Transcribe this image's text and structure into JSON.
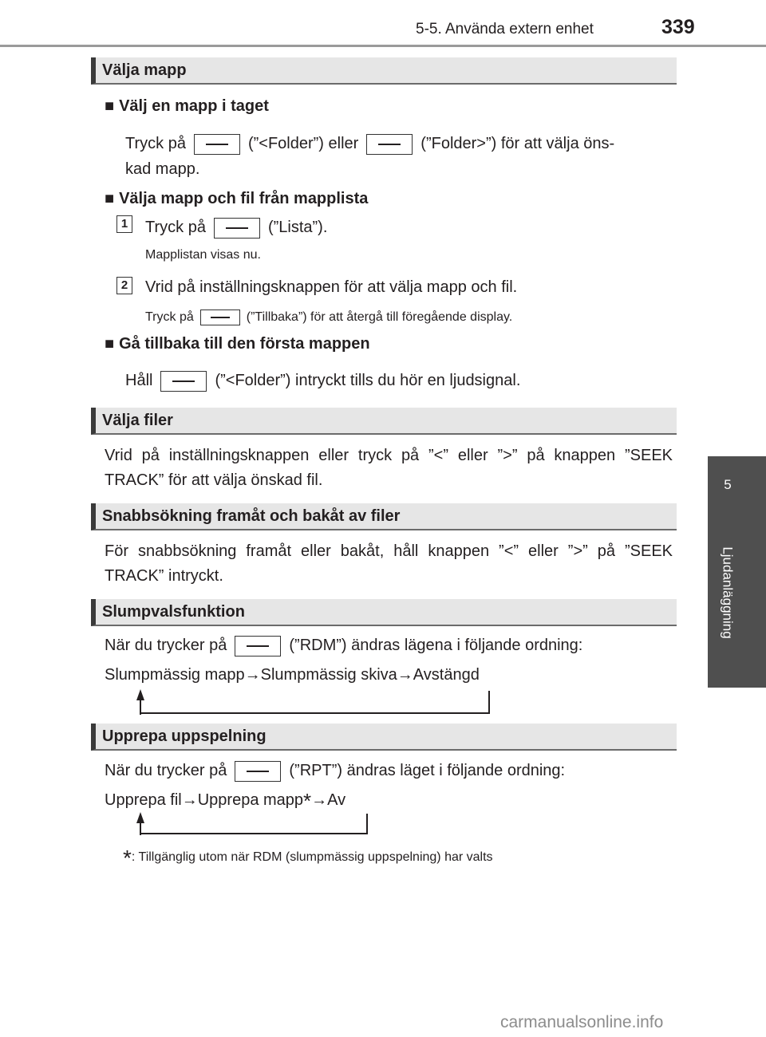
{
  "header": {
    "title": "5-5. Använda extern enhet",
    "page_number": "339"
  },
  "side_tab": {
    "chapter": "5",
    "label": "Ljudanläggning"
  },
  "sections": {
    "folder": {
      "title": "Välja mapp",
      "sub1": {
        "heading": "Välj en mapp i taget",
        "line1_a": "Tryck på",
        "line1_b": "(”<Folder”) eller",
        "line1_c": "(”Folder>”) för att välja öns-",
        "line2": "kad mapp."
      },
      "sub2": {
        "heading": "Välja mapp och fil från mapplista",
        "step1_num": "1",
        "step1_a": "Tryck på",
        "step1_b": "(”Lista”).",
        "step1_note": "Mapplistan visas nu.",
        "step2_num": "2",
        "step2_text": "Vrid på inställningsknappen för att välja mapp och fil.",
        "step2_note_a": "Tryck på",
        "step2_note_b": "(”Tillbaka”) för att återgå till föregående display."
      },
      "sub3": {
        "heading": "Gå tillbaka till den första mappen",
        "line_a": "Håll",
        "line_b": "(”<Folder”) intryckt tills du hör en ljudsignal."
      }
    },
    "files": {
      "title": "Välja filer",
      "text": "Vrid på inställningsknappen eller tryck på ”<” eller ”>” på knappen ”SEEK TRACK” för att välja önskad fil."
    },
    "fast": {
      "title": "Snabbsökning framåt och bakåt av filer",
      "text": "För snabbsökning framåt eller bakåt, håll knappen ”<” eller ”>” på ”SEEK TRACK” intryckt."
    },
    "random": {
      "title": "Slumpvalsfunktion",
      "line_a": "När du trycker på",
      "line_b": "(”RDM”) ändras lägena i följande ordning:",
      "sequence": "Slumpmässig mapp→Slumpmässig skiva→Avstängd"
    },
    "repeat": {
      "title": "Upprepa uppspelning",
      "line_a": "När du trycker på",
      "line_b": "(”RPT”) ändras läget i följande ordning:",
      "seq_a": "Upprepa fil→Upprepa mapp",
      "seq_star": "*",
      "seq_b": "→Av",
      "footnote_star": "*",
      "footnote": ": Tillgänglig utom när RDM (slumpmässig uppspelning) har valts"
    }
  },
  "watermark": "carmanualsonline.info"
}
